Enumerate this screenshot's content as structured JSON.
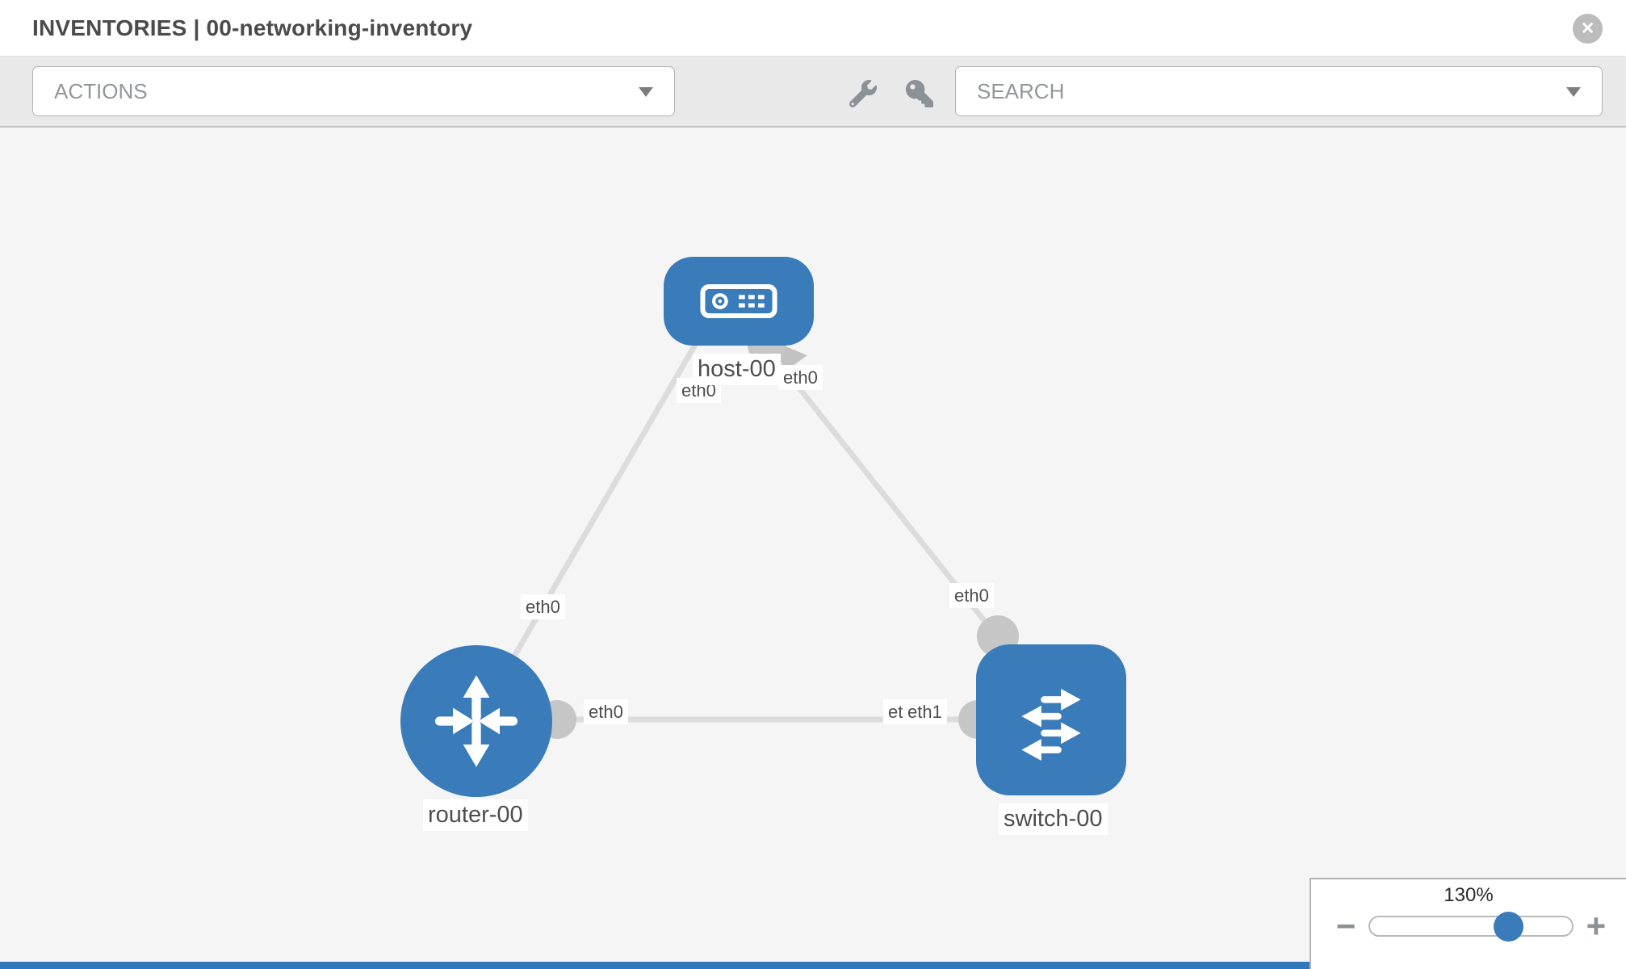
{
  "header": {
    "title": "INVENTORIES | 00-networking-inventory",
    "close_glyph": "✕"
  },
  "toolbar": {
    "actions_label": "ACTIONS",
    "search_placeholder": "SEARCH",
    "icons": [
      "wrench-icon",
      "key-icon"
    ]
  },
  "canvas": {
    "nodes": [
      {
        "name": "host-00",
        "type": "host"
      },
      {
        "name": "router-00",
        "type": "router"
      },
      {
        "name": "switch-00",
        "type": "switch"
      }
    ],
    "links": [
      {
        "source": "host-00",
        "source_interface": "eth0",
        "target": "router-00",
        "target_interface": "eth0"
      },
      {
        "source": "host-00",
        "source_interface": "eth0",
        "target": "switch-00",
        "target_interface": "eth0"
      },
      {
        "source": "router-00",
        "source_interface": "eth0",
        "target": "switch-00",
        "target_interface": "eth1"
      }
    ],
    "interface_labels": {
      "host_router_at_host": "eth0",
      "host_switch_at_host": "eth0",
      "host_router_at_router": "eth0",
      "host_switch_at_switch": "eth0",
      "router_switch_at_router": "eth0",
      "router_switch_at_switch_under": "eth0",
      "router_switch_at_switch_over": "eth1"
    }
  },
  "zoom_control": {
    "level": "130%",
    "minus_label": "−",
    "plus_label": "+"
  },
  "colors": {
    "node_blue": "#3a7cb9",
    "edge_gray": "#dcdcdc",
    "connector_gray": "#c6c6c6",
    "toolbar_gray": "#e9e9e9",
    "canvas_gray": "#f5f5f5"
  }
}
